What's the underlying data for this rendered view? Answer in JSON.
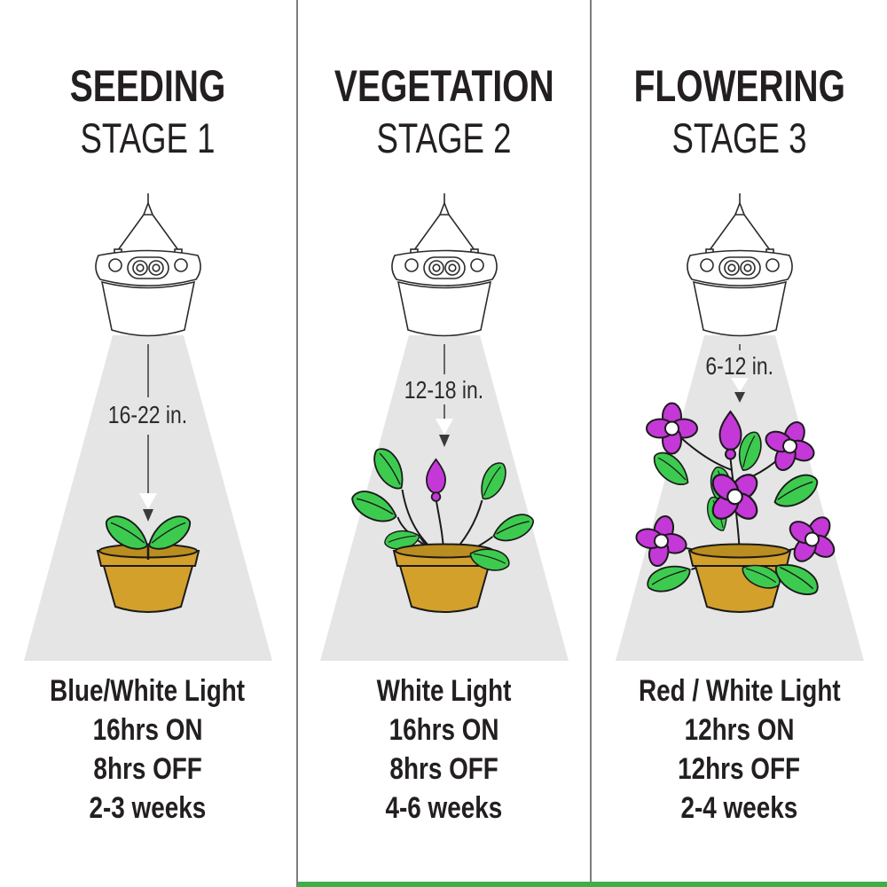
{
  "stages": [
    {
      "id": "seeding",
      "title": "SEEDING",
      "stage": "STAGE 1",
      "hang_distance": "16-22 in.",
      "light_color": "Blue/White Light",
      "hours_on": "16hrs ON",
      "hours_off": "8hrs OFF",
      "duration": "2-3 weeks",
      "plant_icon": "seedling-icon"
    },
    {
      "id": "vegetation",
      "title": "VEGETATION",
      "stage": "STAGE 2",
      "hang_distance": "12-18 in.",
      "light_color": "White Light",
      "hours_on": "16hrs ON",
      "hours_off": "8hrs OFF",
      "duration": "4-6 weeks",
      "plant_icon": "budding-plant-icon"
    },
    {
      "id": "flowering",
      "title": "FLOWERING",
      "stage": "STAGE 3",
      "hang_distance": "6-12 in.",
      "light_color": "Red / White Light",
      "hours_on": "12hrs ON",
      "hours_off": "12hrs OFF",
      "duration": "2-4 weeks",
      "plant_icon": "flowering-plant-icon"
    }
  ],
  "icons": [
    "grow-light-lamp-icon",
    "light-beam",
    "distance-arrow",
    "seedling-icon",
    "budding-plant-icon",
    "flowering-plant-icon",
    "plant-pot-icon"
  ],
  "colors": {
    "beam": "#E5E5E5",
    "pot": "#D3A02C",
    "pot_dark": "#B98D1F",
    "leaf": "#3DCB4F",
    "flower": "#C438D8",
    "text": "#231F20",
    "divider": "#7C7C7C",
    "accent_bar": "#3FAE49",
    "outline": "#1A1A1A",
    "arrow": "#3A3A3A"
  }
}
